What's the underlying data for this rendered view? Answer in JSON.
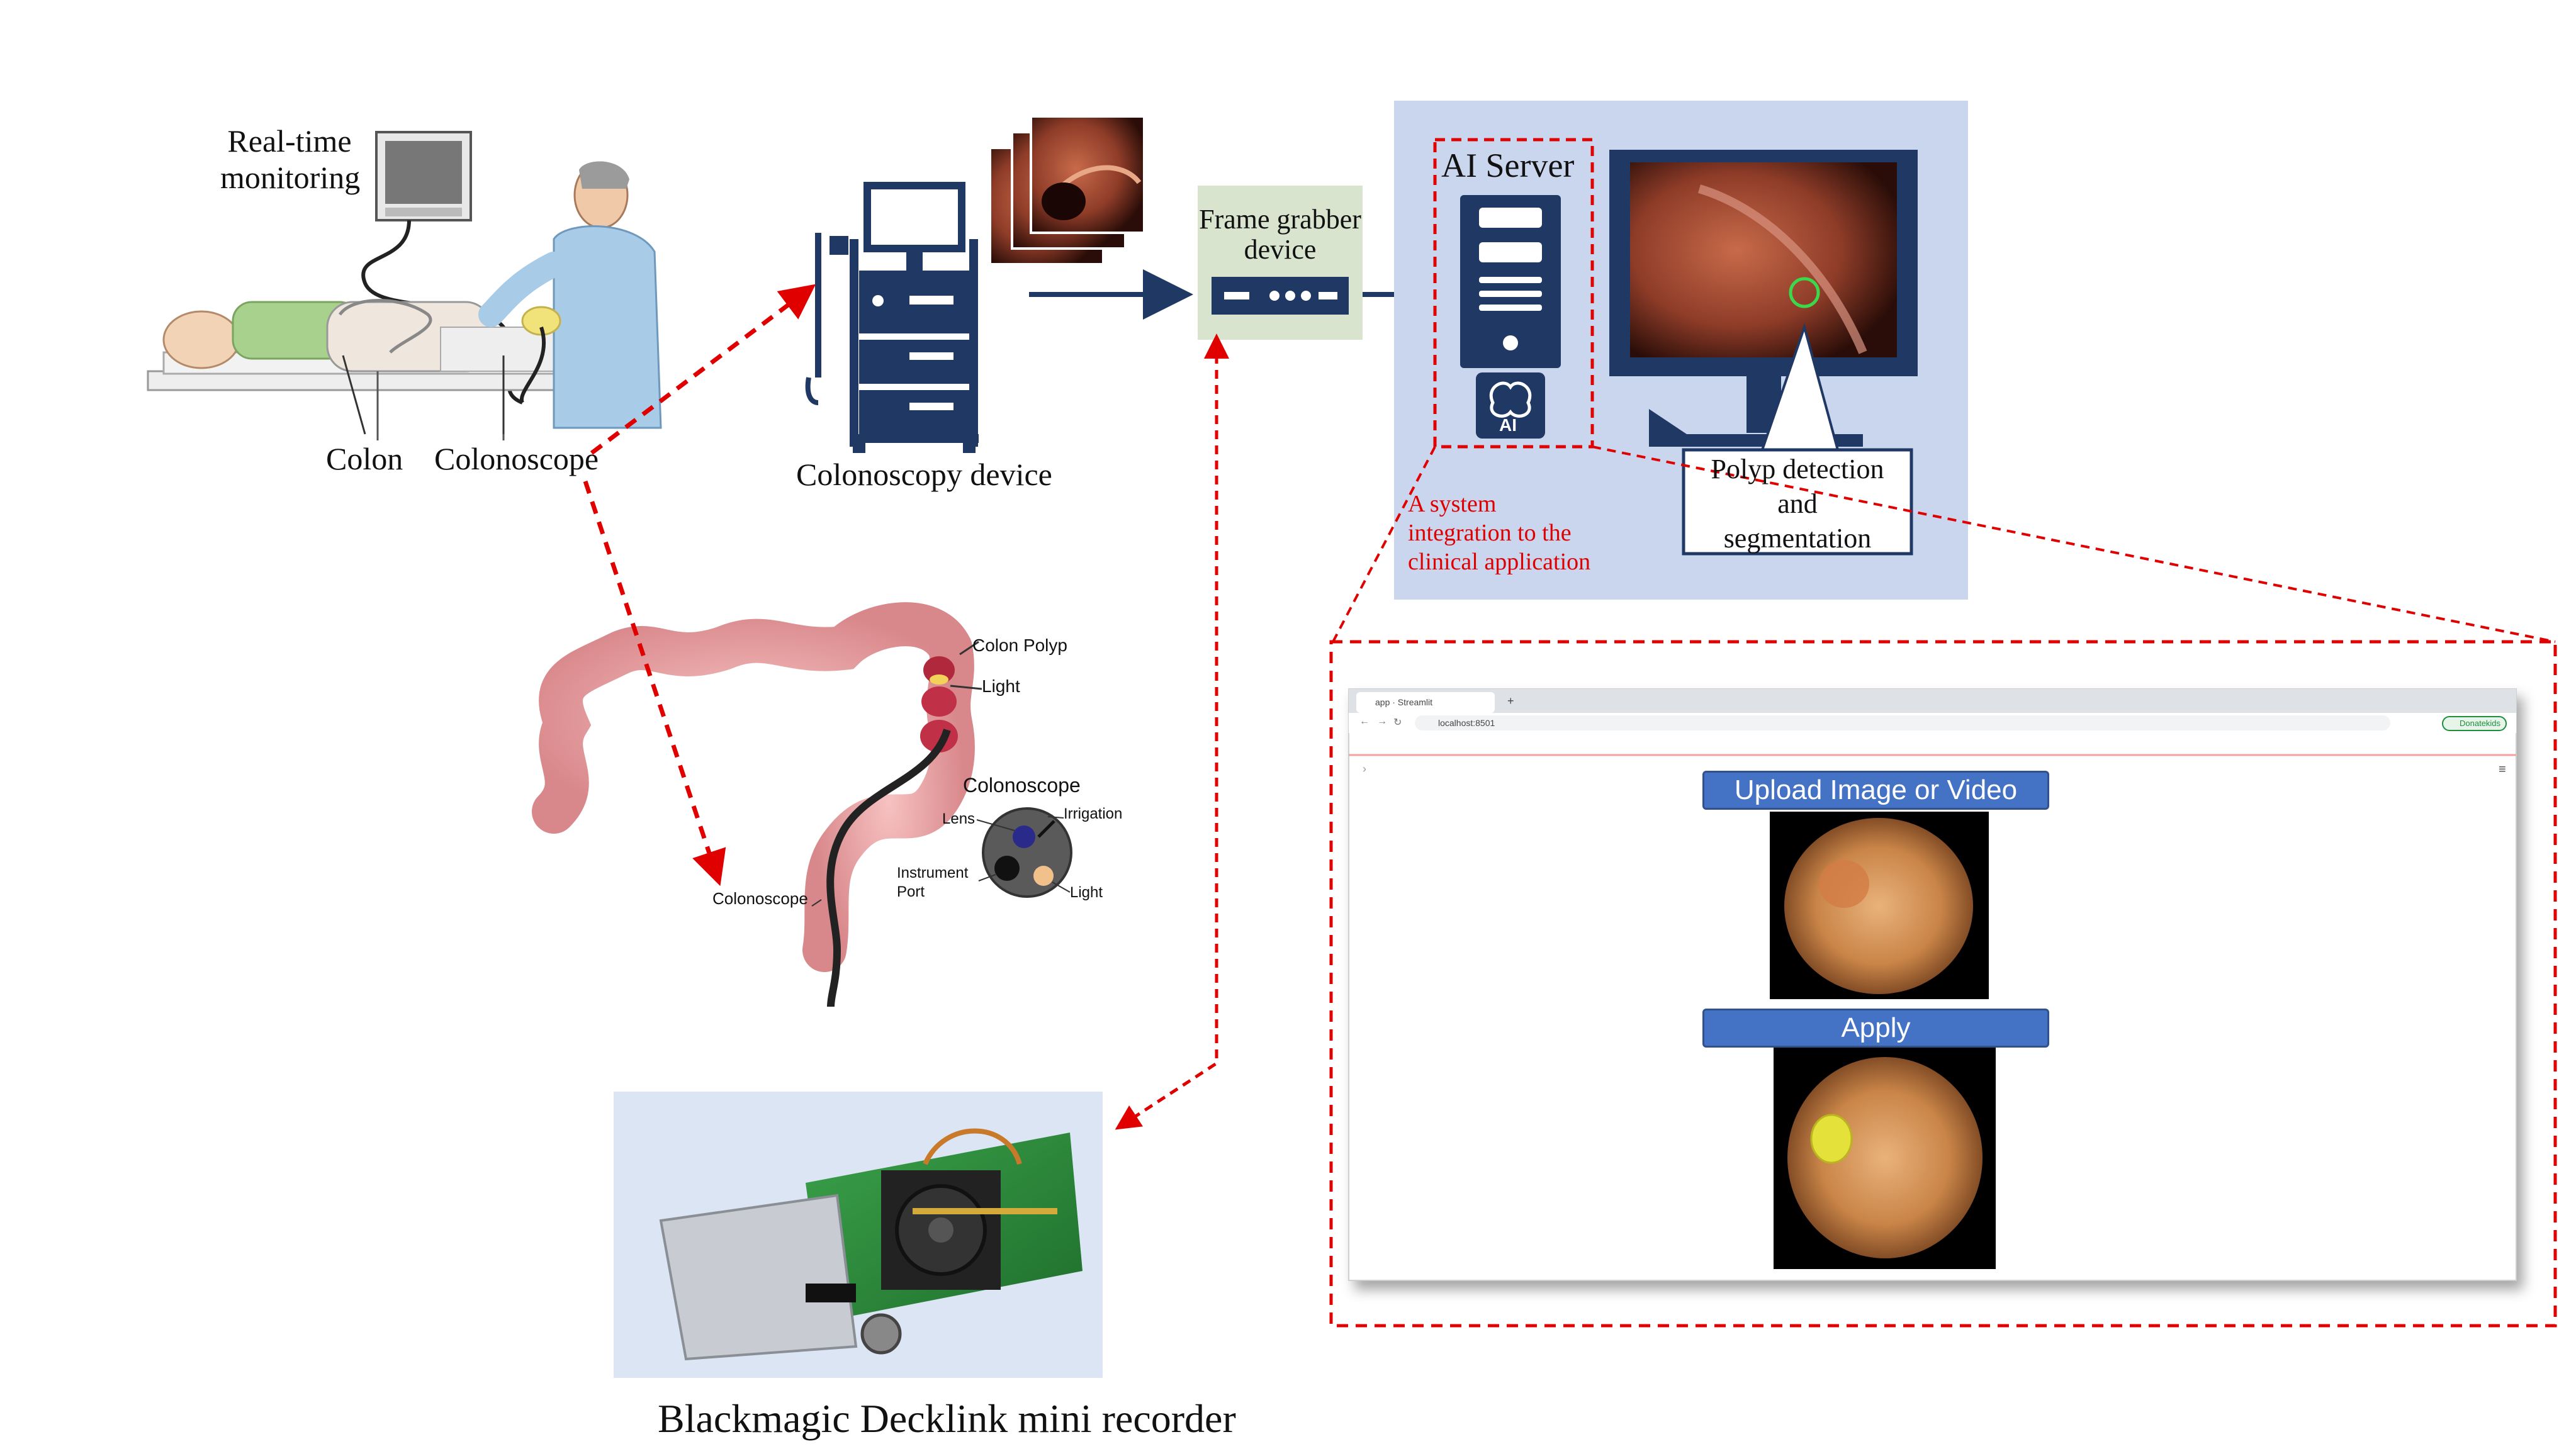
{
  "labels": {
    "realtime_monitoring_line1": "Real-time",
    "realtime_monitoring_line2": "monitoring",
    "colon": "Colon",
    "colonoscope": "Colonoscope",
    "colonoscopy_device": "Colonoscopy device",
    "frame_grabber_line1": "Frame grabber",
    "frame_grabber_line2": "device",
    "ai_server": "AI Server",
    "ai_chip": "AI",
    "system_integration_line1": "A system",
    "system_integration_line2": "integration to the",
    "system_integration_line3": "clinical application",
    "polyp_line1": "Polyp detection",
    "polyp_line2": "and",
    "polyp_line3": "segmentation",
    "decklink": "Blackmagic Decklink mini recorder"
  },
  "colon_diagram": {
    "colon_polyp": "Colon Polyp",
    "light_top": "Light",
    "colonoscope": "Colonoscope",
    "lens": "Lens",
    "irrigation": "Irrigation",
    "instrument_port_line1": "Instrument",
    "instrument_port_line2": "Port",
    "light_bottom": "Light",
    "colonoscope_bottom": "Colonoscope"
  },
  "browser": {
    "tab_title": "app · Streamlit",
    "address": "localhost:8501",
    "profile": "Donatekids",
    "upload_button": "Upload Image or Video",
    "apply_button": "Apply"
  },
  "colors": {
    "accent_blue": "#1f3864",
    "panel_blue": "#c9d6ee",
    "frame_green": "#d9e4cf",
    "dash_red": "#e00000",
    "button_blue": "#4472c4"
  }
}
